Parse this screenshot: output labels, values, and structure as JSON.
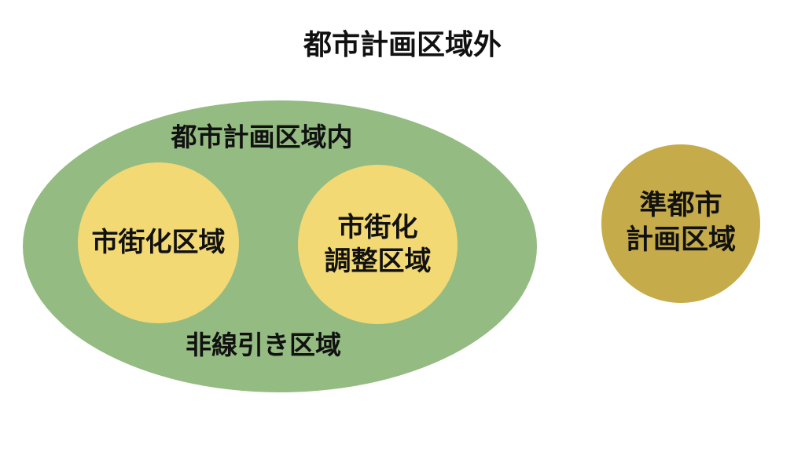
{
  "outside_label": "都市計画区域外",
  "city_planning_area": {
    "label": "都市計画区域内",
    "non_split_label": "非線引き区域",
    "color": "#94bb82"
  },
  "urbanization_promotion_area": {
    "label": "市街化区域",
    "color": "#f2d974"
  },
  "urbanization_control_area": {
    "lines": [
      "市街化",
      "調整区域"
    ],
    "color": "#f2d974"
  },
  "quasi_city_planning_area": {
    "lines": [
      "準都市",
      "計画区域"
    ],
    "color": "#c5ab4a"
  }
}
